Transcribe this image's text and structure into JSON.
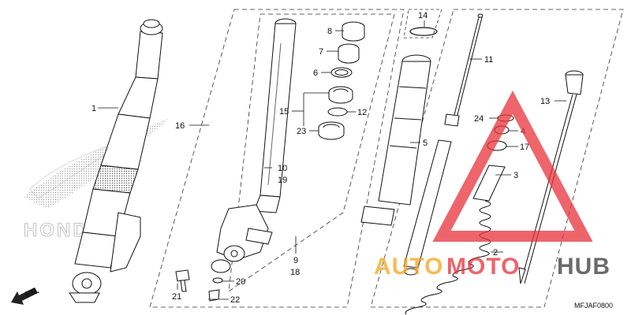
{
  "diagram": {
    "code": "MFJAF0800",
    "direction_label": "FR.",
    "labels": [
      {
        "id": "l1",
        "text": "1"
      },
      {
        "id": "l16",
        "text": "16"
      },
      {
        "id": "l8",
        "text": "8"
      },
      {
        "id": "l7",
        "text": "7"
      },
      {
        "id": "l6",
        "text": "6"
      },
      {
        "id": "l15",
        "text": "15"
      },
      {
        "id": "l12",
        "text": "12"
      },
      {
        "id": "l23",
        "text": "23"
      },
      {
        "id": "l10",
        "text": "10"
      },
      {
        "id": "l19",
        "text": "19"
      },
      {
        "id": "l9",
        "text": "9"
      },
      {
        "id": "l18",
        "text": "18"
      },
      {
        "id": "l20",
        "text": "20"
      },
      {
        "id": "l21",
        "text": "21"
      },
      {
        "id": "l22",
        "text": "22"
      },
      {
        "id": "l14",
        "text": "14"
      },
      {
        "id": "l5",
        "text": "5"
      },
      {
        "id": "l11",
        "text": "11"
      },
      {
        "id": "l24",
        "text": "24"
      },
      {
        "id": "l4",
        "text": "4"
      },
      {
        "id": "l17",
        "text": "17"
      },
      {
        "id": "l3",
        "text": "3"
      },
      {
        "id": "l2",
        "text": "2"
      },
      {
        "id": "l13",
        "text": "13"
      }
    ]
  },
  "watermark": {
    "word_a": "AUTO",
    "word_b": "MOTO",
    "word_c": "HUB",
    "brand_logo_text": "HONDA",
    "color_orange": "#f4a51c",
    "color_red": "#e8323a",
    "color_gray": "#3a3a3a"
  }
}
